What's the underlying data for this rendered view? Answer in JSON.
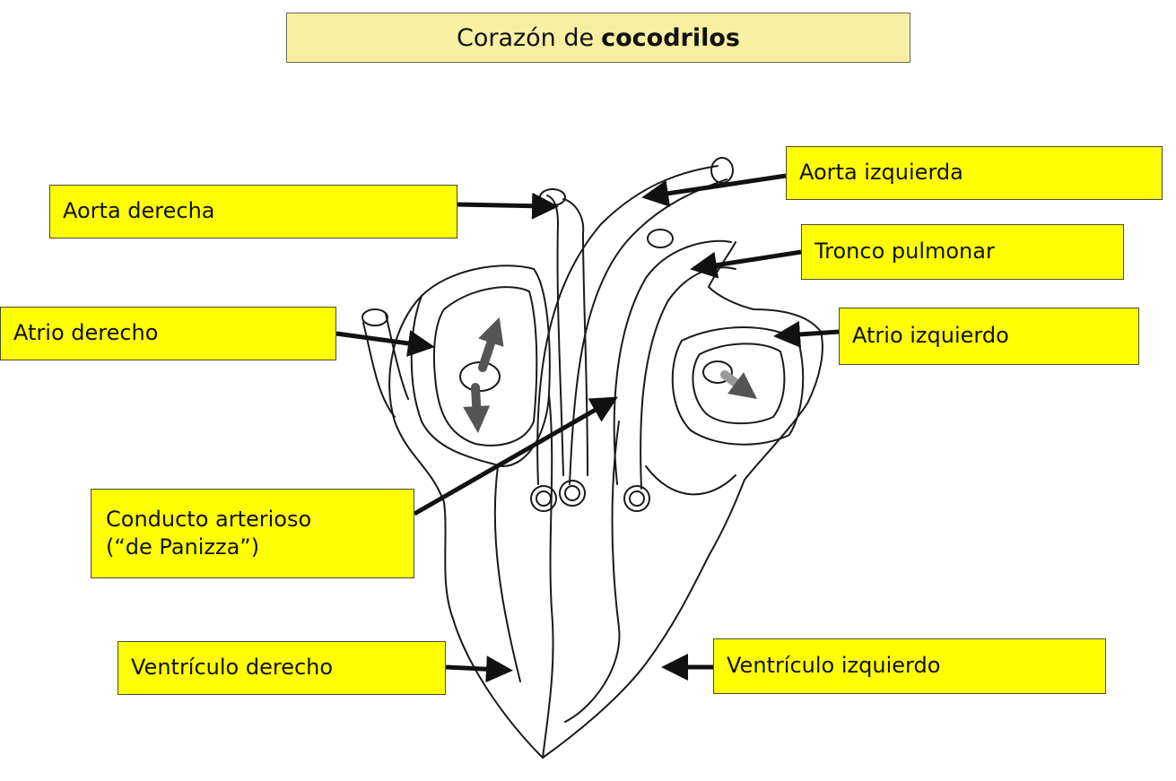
{
  "title": {
    "prefix": "Corazón de",
    "bold": "cocodrilos"
  },
  "labels": {
    "aorta_derecha": "Aorta derecha",
    "aorta_izquierda": "Aorta izquierda",
    "tronco_pulmonar": "Tronco pulmonar",
    "atrio_derecho": "Atrio derecho",
    "atrio_izquierdo": "Atrio izquierdo",
    "conducto_line1": "Conducto arterioso",
    "conducto_line2": "(“de Panizza”)",
    "ventriculo_derecho": "Ventrículo derecho",
    "ventriculo_izquierdo": "Ventrículo izquierdo"
  },
  "colors": {
    "label_fill": "#ffff00",
    "title_fill": "#f8f0a0",
    "line": "#1a1a1a",
    "flow_arrow": "#555555"
  }
}
